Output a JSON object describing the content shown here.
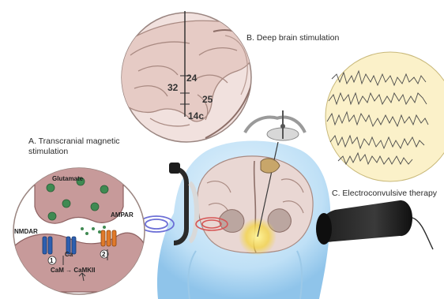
{
  "labels": {
    "dbs": "B. Deep brain stimulation",
    "tms": "A. Transcranial magnetic stimulation",
    "ect": "C. Electroconvulsive therapy"
  },
  "brodmann_areas": [
    "24",
    "32",
    "25",
    "14c"
  ],
  "synapse": {
    "glutamate": "Glutamate",
    "nmdar": "NMDAR",
    "ampar": "AMPAR",
    "ca": "Ca",
    "pathway": "CaM → CaMKII",
    "step1": "1",
    "step2": "2"
  },
  "colors": {
    "brain_tissue": "#e9d7d3",
    "brain_fold": "#a98a82",
    "vesicle": "#3f8a52",
    "receptor_nmda": "#2d5fb0",
    "receptor_ampa": "#e07a2a",
    "eeg_panel": "#fbf1c9",
    "head": "#bfe0f6",
    "target_glow": "#f3d44a"
  },
  "icons": [
    "tms-coil-icon",
    "ect-electrode-icon",
    "dbs-probe-icon",
    "eeg-trace-icon"
  ]
}
